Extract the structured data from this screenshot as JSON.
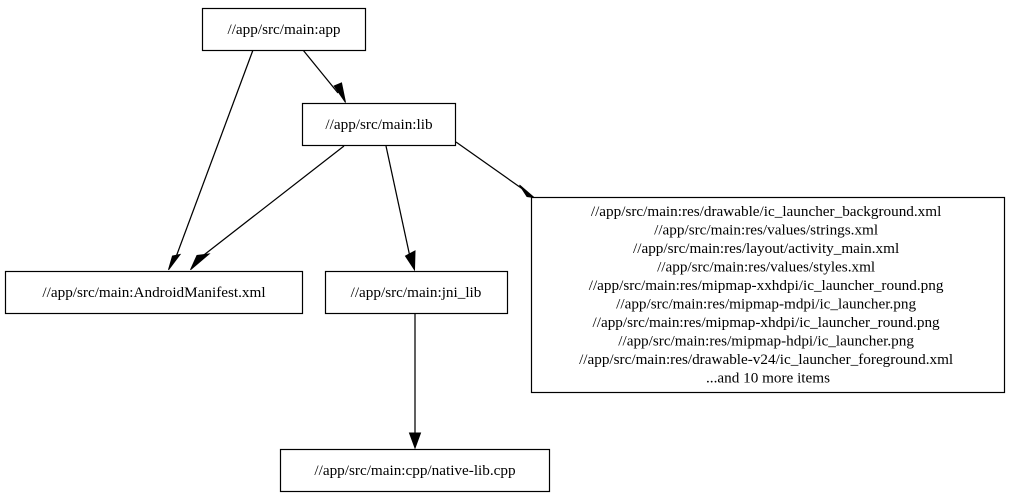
{
  "graph": {
    "type": "digraph",
    "background_color": "#ffffff",
    "edge_color": "#000000",
    "node_border_color": "#000000",
    "node_fill_color": "#ffffff",
    "nodes": [
      {
        "id": "app",
        "label": "//app/src/main:app"
      },
      {
        "id": "lib",
        "label": "//app/src/main:lib"
      },
      {
        "id": "manifest",
        "label": "//app/src/main:AndroidManifest.xml"
      },
      {
        "id": "jni_lib",
        "label": "//app/src/main:jni_lib"
      },
      {
        "id": "native_lib",
        "label": "//app/src/main:cpp/native-lib.cpp"
      },
      {
        "id": "resources",
        "lines": [
          "//app/src/main:res/drawable/ic_launcher_background.xml",
          "//app/src/main:res/values/strings.xml",
          "//app/src/main:res/layout/activity_main.xml",
          "//app/src/main:res/values/styles.xml",
          "//app/src/main:res/mipmap-xxhdpi/ic_launcher_round.png",
          "//app/src/main:res/mipmap-mdpi/ic_launcher.png",
          "//app/src/main:res/mipmap-xhdpi/ic_launcher_round.png",
          "//app/src/main:res/mipmap-hdpi/ic_launcher.png",
          "//app/src/main:res/drawable-v24/ic_launcher_foreground.xml",
          "...and 10 more items"
        ]
      }
    ],
    "edges": [
      {
        "from": "app",
        "to": "lib"
      },
      {
        "from": "app",
        "to": "manifest"
      },
      {
        "from": "lib",
        "to": "manifest"
      },
      {
        "from": "lib",
        "to": "jni_lib"
      },
      {
        "from": "lib",
        "to": "resources"
      },
      {
        "from": "jni_lib",
        "to": "native_lib"
      }
    ]
  }
}
